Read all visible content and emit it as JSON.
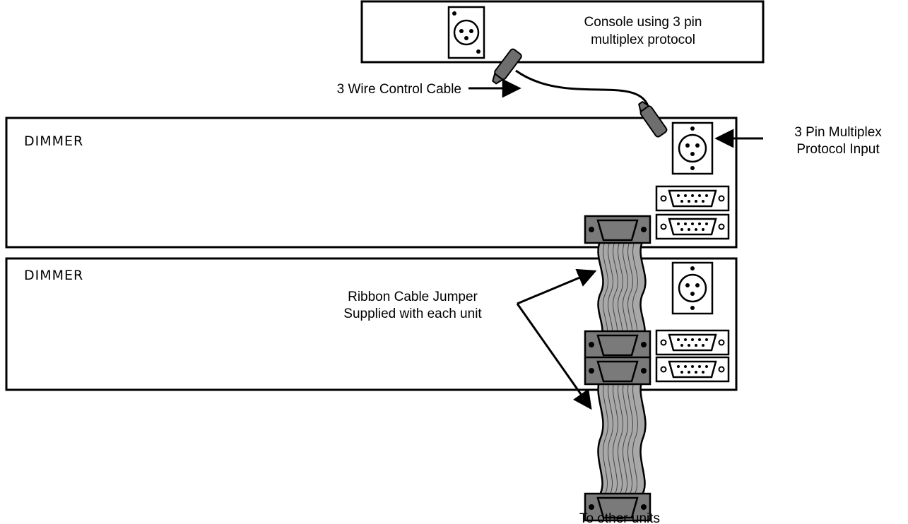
{
  "console": {
    "label_line1": "Console using 3 pin",
    "label_line2": "multiplex protocol"
  },
  "units": [
    {
      "label": "DIMMER"
    },
    {
      "label": "DIMMER"
    }
  ],
  "callouts": {
    "control_cable": "3 Wire Control Cable",
    "input_line1": "3 Pin Multiplex",
    "input_line2": "Protocol Input",
    "ribbon_line1": "Ribbon Cable Jumper",
    "ribbon_line2": "Supplied with each unit",
    "to_other_units": "To other units"
  },
  "colors": {
    "line": "#000000",
    "background": "#ffffff",
    "cable_plug": "#6e6e6e",
    "ribbon": "#a8a8a8",
    "connector_shell": "#7a7a7a"
  }
}
